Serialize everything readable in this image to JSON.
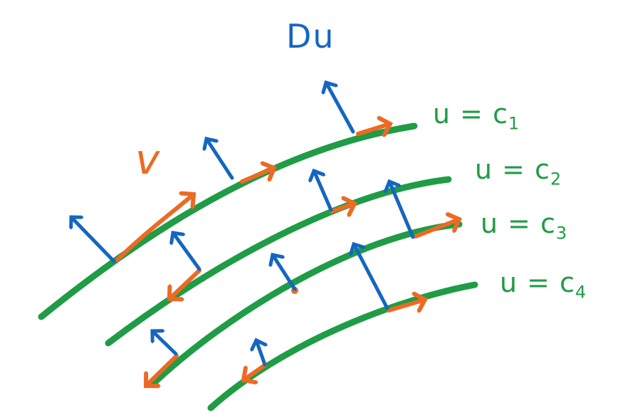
{
  "colors": {
    "level_curve": "#1f9c45",
    "gradient": "#1566c0",
    "vector_v": "#ec6a24",
    "background": "#ffffff"
  },
  "labels": {
    "gradient": "Du",
    "vector": "v",
    "levels": [
      {
        "lhs": "u = c",
        "sub": "1"
      },
      {
        "lhs": "u = c",
        "sub": "2"
      },
      {
        "lhs": "u = c",
        "sub": "3"
      },
      {
        "lhs": "u = c",
        "sub": "4"
      }
    ]
  }
}
